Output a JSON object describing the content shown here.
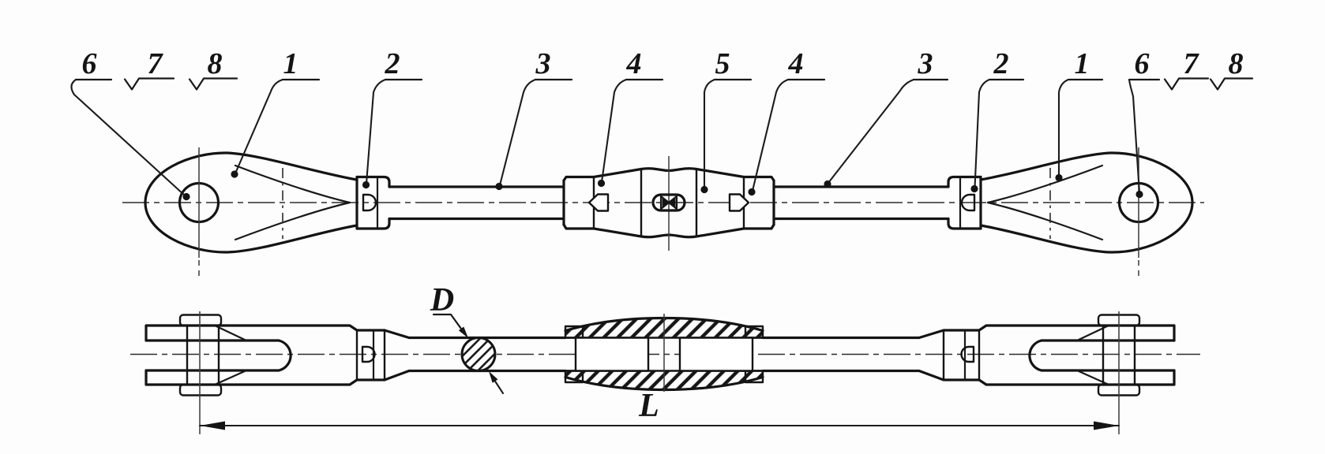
{
  "drawing": {
    "ink_color": "#141414",
    "background_color": "#fdfdfd",
    "callouts": [
      {
        "label": "6",
        "group": "left"
      },
      {
        "label": "7",
        "group": "left",
        "symbol": "surface-finish-check"
      },
      {
        "label": "8",
        "group": "left",
        "symbol": "surface-finish-check"
      },
      {
        "label": "1",
        "group": "left"
      },
      {
        "label": "2",
        "group": "left"
      },
      {
        "label": "3",
        "group": "middle"
      },
      {
        "label": "4",
        "group": "middle"
      },
      {
        "label": "5",
        "group": "middle"
      },
      {
        "label": "4",
        "group": "middle"
      },
      {
        "label": "3",
        "group": "right"
      },
      {
        "label": "2",
        "group": "right"
      },
      {
        "label": "1",
        "group": "right"
      },
      {
        "label": "6",
        "group": "right"
      },
      {
        "label": "7",
        "group": "right",
        "symbol": "surface-finish-check"
      },
      {
        "label": "8",
        "group": "right",
        "symbol": "surface-finish-check"
      }
    ],
    "dimensions": {
      "diameter_label": "D",
      "length_label": "L"
    },
    "icons": {
      "surface_finish": "√"
    }
  }
}
